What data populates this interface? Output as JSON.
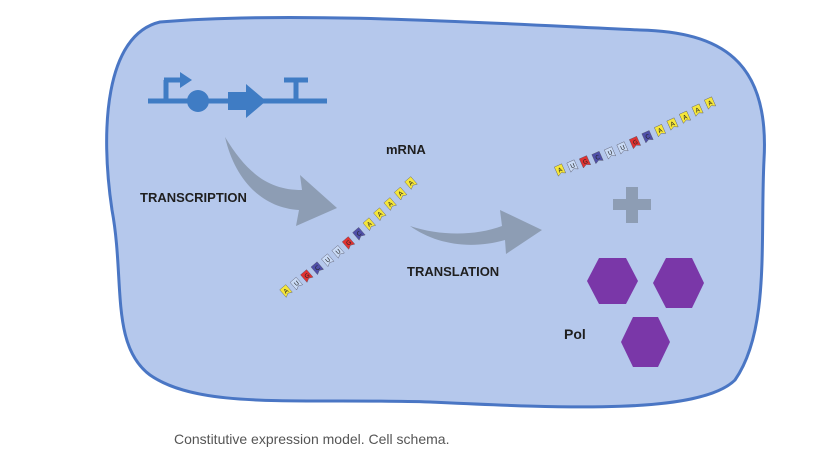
{
  "labels": {
    "mrna": "mRNA",
    "transcription": "TRANSCRIPTION",
    "translation": "TRANSLATION",
    "pol": "Pol"
  },
  "caption": "Constitutive expression model. Cell schema.",
  "mrna_strand_1": [
    "A",
    "U",
    "G",
    "C",
    "U",
    "U",
    "G",
    "C",
    "A",
    "A",
    "A",
    "A",
    "A"
  ],
  "mrna_strand_2": [
    "A",
    "U",
    "G",
    "C",
    "U",
    "U",
    "G",
    "C",
    "A",
    "A",
    "A",
    "A",
    "A"
  ],
  "nucleotide_colors": {
    "A": "#f5e63a",
    "U": "#c9daf5",
    "G": "#e03232",
    "C": "#4f4fa8"
  },
  "colors": {
    "cell_fill": "#b5c8ec",
    "cell_stroke": "#4a76c4",
    "gene_circuit": "#3f7cc4",
    "arrow": "#8d9db4",
    "plus": "#8d9db4",
    "protein": "#7a37a8"
  },
  "icons": [
    "promoter-icon",
    "rbs-icon",
    "cds-icon",
    "terminator-icon",
    "plus-icon",
    "protein-icon"
  ]
}
